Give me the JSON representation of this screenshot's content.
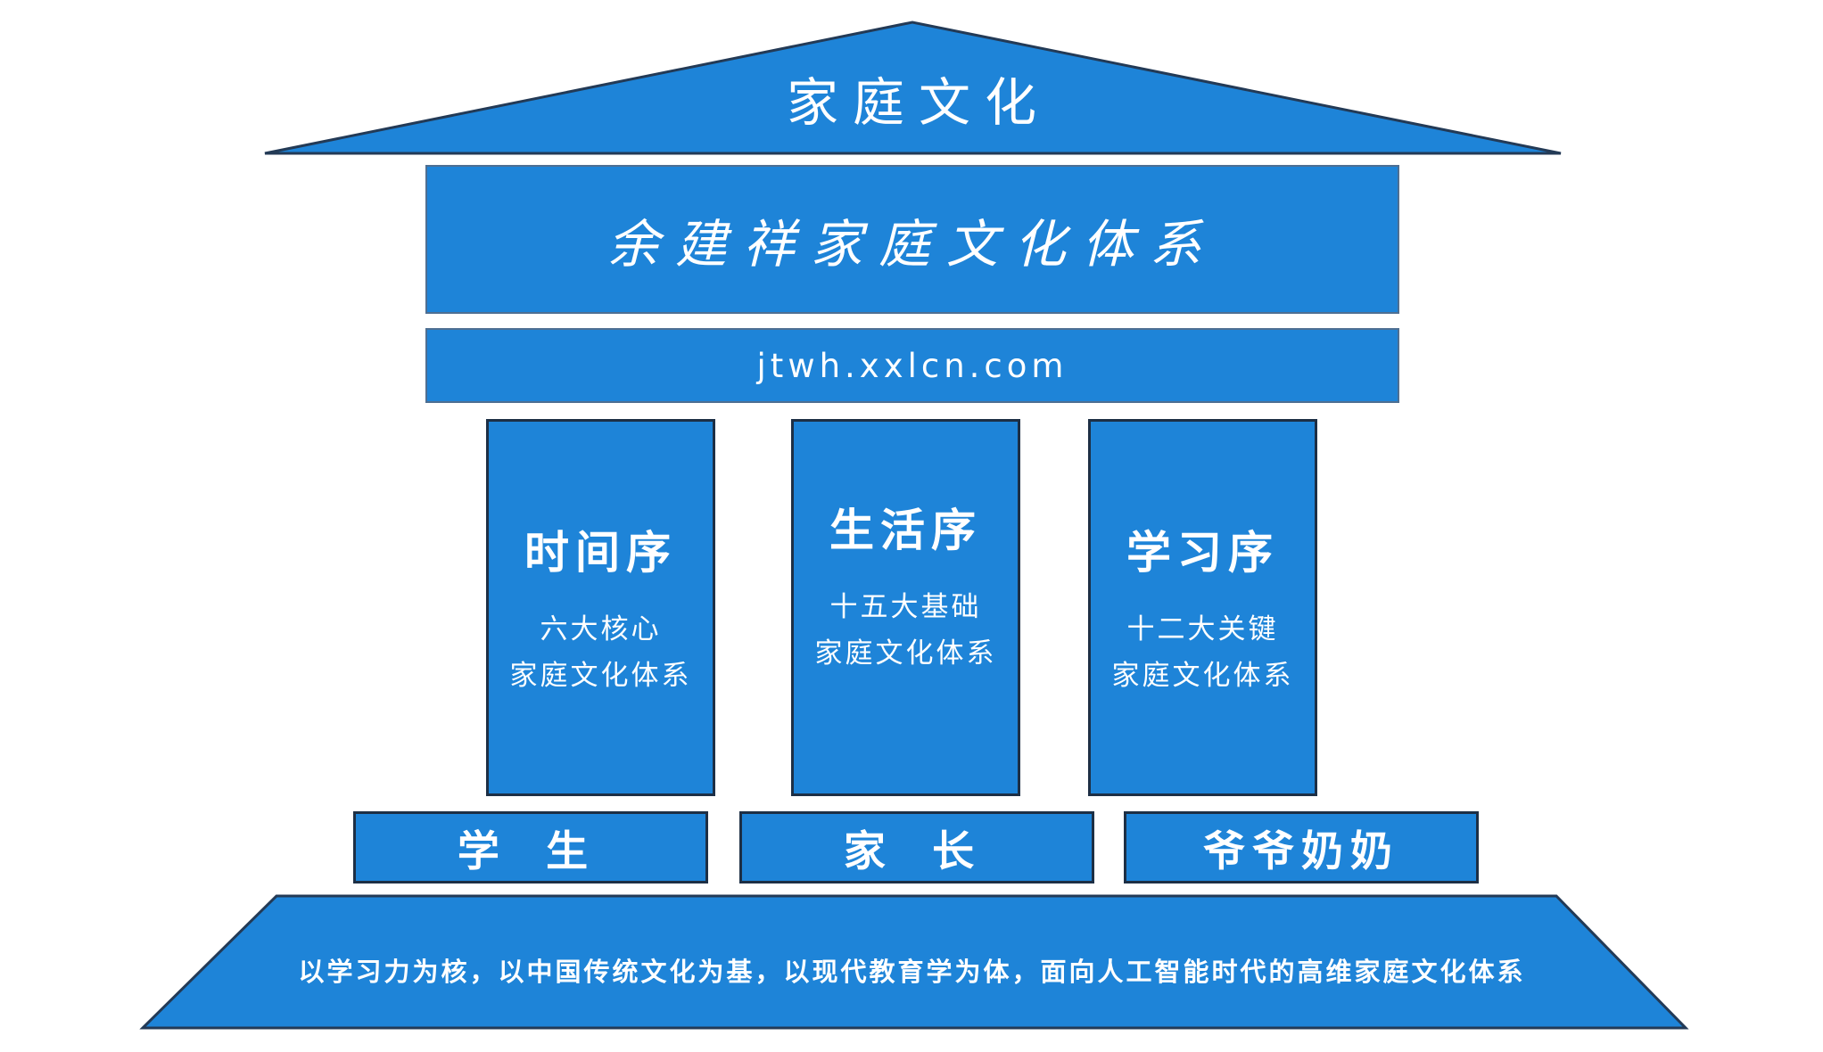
{
  "roof": {
    "title": "家庭文化"
  },
  "header": {
    "system_title": "余建祥家庭文化体系",
    "url": "jtwh.xxlcn.com"
  },
  "pillars": [
    {
      "title": "时间序",
      "line1": "六大核心",
      "line2": "家庭文化体系"
    },
    {
      "title": "生活序",
      "line1": "十五大基础",
      "line2": "家庭文化体系"
    },
    {
      "title": "学习序",
      "line1": "十二大关键",
      "line2": "家庭文化体系"
    }
  ],
  "roles": [
    "学 生",
    "家 长",
    "爷爷奶奶"
  ],
  "foundation": {
    "text": "以学习力为核，以中国传统文化为基，以现代教育学为体，面向人工智能时代的高维家庭文化体系"
  },
  "colors": {
    "fill": "#1e84d8",
    "border": "#1d2f45",
    "text": "#ffffff",
    "background": "#ffffff"
  }
}
